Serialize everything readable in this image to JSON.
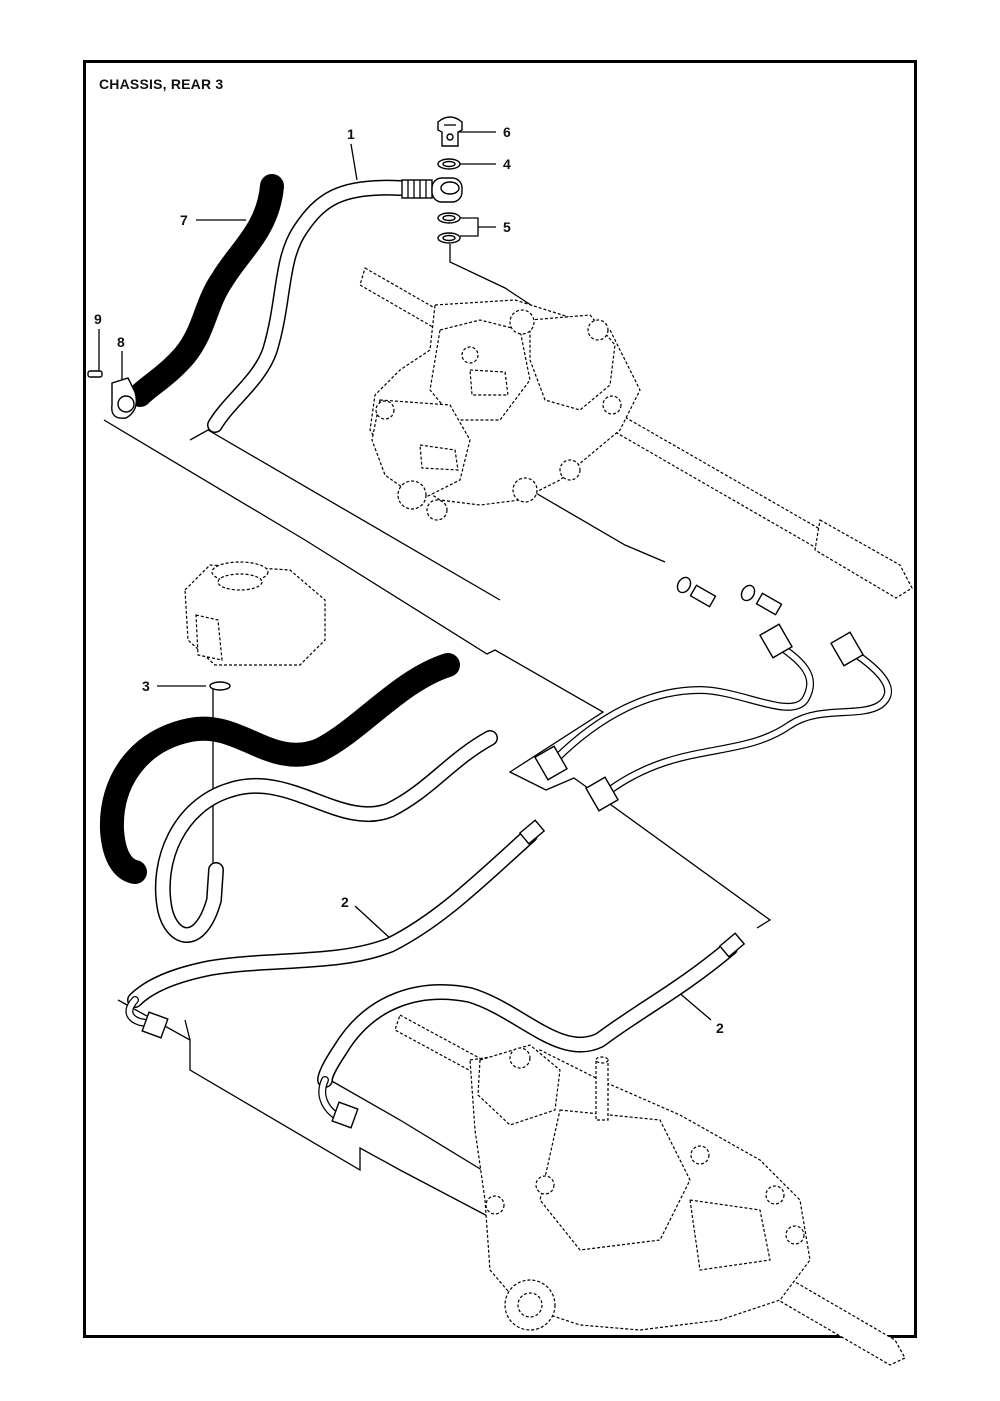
{
  "title": "CHASSIS, REAR 3",
  "callouts": {
    "c1": "1",
    "c2a": "2",
    "c2b": "2",
    "c3": "3",
    "c4": "4",
    "c5": "5",
    "c6": "6",
    "c7": "7",
    "c8": "8",
    "c9": "9"
  }
}
